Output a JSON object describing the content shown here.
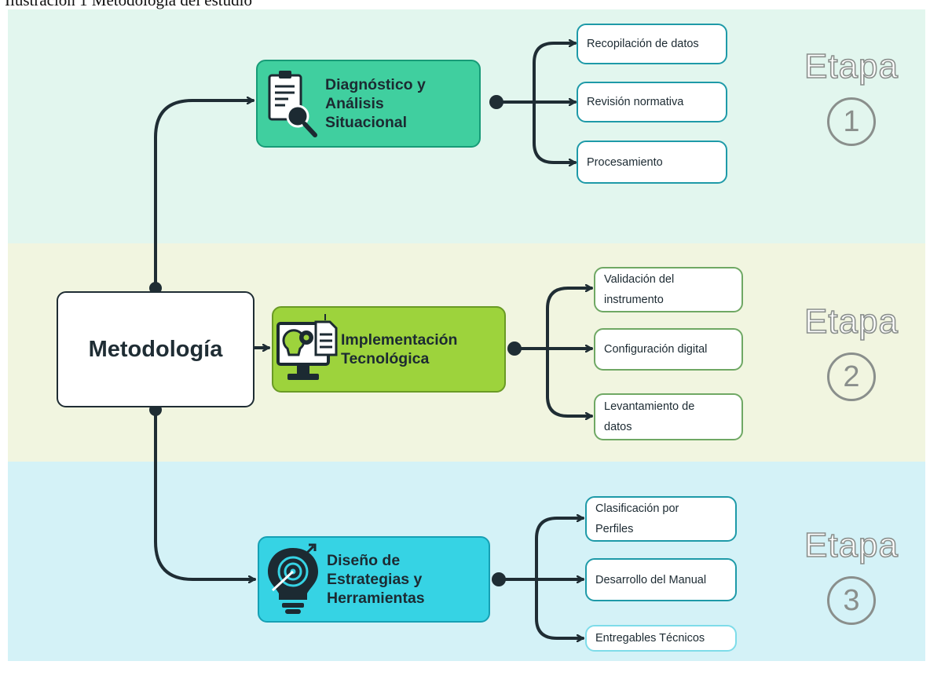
{
  "caption": "Ilustración 1 Metodología del estudio",
  "root": {
    "label": "Metodología"
  },
  "stages": [
    {
      "label": "Diagnóstico y\nAnálisis\nSituacional",
      "icon": "clipboard-magnifier-icon",
      "color": "#40cf9f"
    },
    {
      "label": "Implementación\nTecnológica",
      "icon": "computer-gears-document-icon",
      "color": "#9dd33c"
    },
    {
      "label": "Diseño de\nEstrategias y\nHerramientas",
      "icon": "lightbulb-target-icon",
      "color": "#36d3e4"
    }
  ],
  "leaves": {
    "stage1": [
      "Recopilación de datos",
      "Revisión normativa",
      "Procesamiento"
    ],
    "stage2": [
      "Validación del\ninstrumento",
      "Configuración digital",
      "Levantamiento de\ndatos"
    ],
    "stage3": [
      "Clasificación por\nPerfiles",
      "Desarrollo del Manual",
      "Entregables Técnicos"
    ]
  },
  "etapas": [
    {
      "word": "Etapa",
      "number": "1"
    },
    {
      "word": "Etapa",
      "number": "2"
    },
    {
      "word": "Etapa",
      "number": "3"
    }
  ],
  "colors": {
    "band1": "#e2f6ee",
    "band2": "#f1f5e0",
    "band3": "#d4f2f7",
    "connector": "#1f2d34"
  }
}
